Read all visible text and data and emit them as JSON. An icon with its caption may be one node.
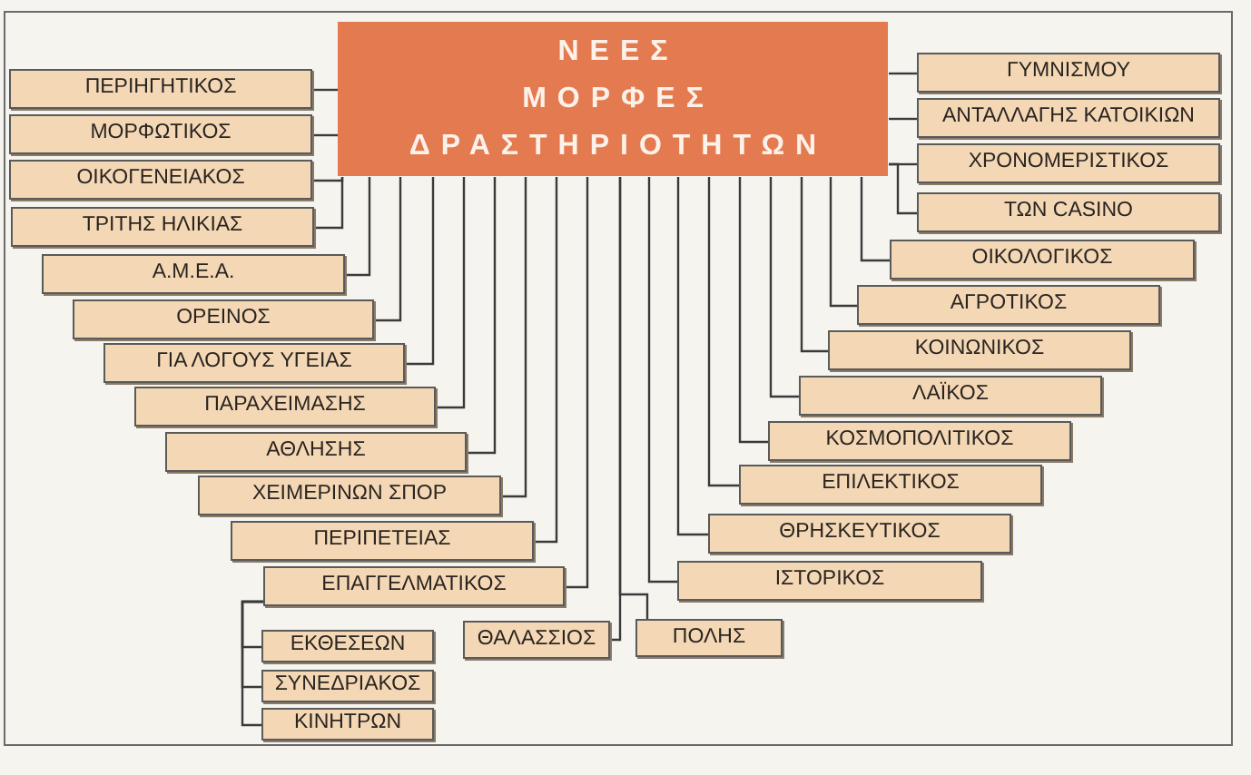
{
  "diagram": {
    "nodes": [
      {
        "text": [
          "ΝΕΕΣ ΜΟΡΦΕΣ ΔΡΑΣΤΗΡΙΟΤΗΤΩΝ"
        ]
      },
      {
        "text": [
          "ΠΕΡΙΗΓΗΤΙΚΟΣ"
        ]
      },
      {
        "text": [
          "ΜΟΡΦΩΤΙΚΟΣ"
        ]
      },
      {
        "text": [
          "ΟΙΚΟΓΕΝΕΙΑΚΟΣ"
        ]
      },
      {
        "text": [
          "ΤΡΙΤΗΣ ΗΛΙΚΙΑΣ"
        ]
      },
      {
        "text": [
          "Α.Μ.Ε.Α."
        ]
      },
      {
        "text": [
          "ΟΡΕΙΝΟΣ"
        ]
      },
      {
        "text": [
          "ΓΙΑ ΛΟΓΟΥΣ ΥΓΕΙΑΣ"
        ]
      },
      {
        "text": [
          "ΠΑΡΑΧΕΙΜΑΣΗΣ"
        ]
      },
      {
        "text": [
          "ΑΘΛΗΣΗΣ"
        ]
      },
      {
        "text": [
          "ΧΕΙΜΕΡΙΝΩΝ ΣΠΟΡ"
        ]
      },
      {
        "text": [
          "ΠΕΡΙΠΕΤΕΙΑΣ"
        ]
      },
      {
        "text": [
          "ΕΠΑΓΓΕΛΜΑΤΙΚΟΣ"
        ]
      },
      {
        "text": [
          "ΕΚΘΕΣΕΩΝ"
        ]
      },
      {
        "text": [
          "ΣΥΝΕΔΡΙΑΚΟΣ"
        ]
      },
      {
        "text": [
          "ΚΙΝΗΤΡΩΝ"
        ]
      },
      {
        "text": [
          "ΘΑΛΑΣΣΙΟΣ"
        ]
      },
      {
        "text": [
          "ΠΟΛΗΣ"
        ]
      },
      {
        "text": [
          "ΓΥΜΝΙΣΜΟΥ"
        ]
      },
      {
        "text": [
          "ΑΝΤΑΛΛΑΓΗΣ ΚΑΤΟΙΚΙΩΝ"
        ]
      },
      {
        "text": [
          "ΧΡΟΝΟΜΕΡΙΣΤΙΚΟΣ"
        ]
      },
      {
        "text": [
          "ΤΩΝ CASINO"
        ]
      },
      {
        "text": [
          "ΟΙΚΟΛΟΓΙΚΟΣ"
        ]
      },
      {
        "text": [
          "ΑΓΡΟΤΙΚΟΣ"
        ]
      },
      {
        "text": [
          "ΚΟΙΝΩΝΙΚΟΣ"
        ]
      },
      {
        "text": [
          "ΛΑΪΚΟΣ"
        ]
      },
      {
        "text": [
          "ΚΟΣΜΟΠΟΛΙΤΙΚΟΣ"
        ]
      },
      {
        "text": [
          "ΕΠΙΛΕΚΤΙΚΟΣ"
        ]
      },
      {
        "text": [
          "ΘΡΗΣΚΕΥΤΙΚΟΣ"
        ]
      },
      {
        "text": [
          "ΙΣΤΟΡΙΚΟΣ"
        ]
      }
    ],
    "edges": [
      {
        "from": 0,
        "to": 1,
        "arrow": "none"
      },
      {
        "from": 0,
        "to": 2,
        "arrow": "none"
      },
      {
        "from": 0,
        "to": 3,
        "arrow": "none"
      },
      {
        "from": 0,
        "to": 4,
        "arrow": "none"
      },
      {
        "from": 0,
        "to": 5,
        "arrow": "none"
      },
      {
        "from": 0,
        "to": 6,
        "arrow": "none"
      },
      {
        "from": 0,
        "to": 7,
        "arrow": "none"
      },
      {
        "from": 0,
        "to": 8,
        "arrow": "none"
      },
      {
        "from": 0,
        "to": 9,
        "arrow": "none"
      },
      {
        "from": 0,
        "to": 10,
        "arrow": "none"
      },
      {
        "from": 0,
        "to": 11,
        "arrow": "none"
      },
      {
        "from": 0,
        "to": 12,
        "arrow": "none"
      },
      {
        "from": 12,
        "to": 13,
        "arrow": "none"
      },
      {
        "from": 12,
        "to": 14,
        "arrow": "none"
      },
      {
        "from": 12,
        "to": 15,
        "arrow": "none"
      },
      {
        "from": 0,
        "to": 16,
        "arrow": "none"
      },
      {
        "from": 0,
        "to": 17,
        "arrow": "none"
      },
      {
        "from": 0,
        "to": 18,
        "arrow": "none"
      },
      {
        "from": 0,
        "to": 19,
        "arrow": "none"
      },
      {
        "from": 0,
        "to": 20,
        "arrow": "none"
      },
      {
        "from": 0,
        "to": 21,
        "arrow": "none"
      },
      {
        "from": 0,
        "to": 22,
        "arrow": "none"
      },
      {
        "from": 0,
        "to": 23,
        "arrow": "none"
      },
      {
        "from": 0,
        "to": 24,
        "arrow": "none"
      },
      {
        "from": 0,
        "to": 25,
        "arrow": "none"
      },
      {
        "from": 0,
        "to": 26,
        "arrow": "none"
      },
      {
        "from": 0,
        "to": 27,
        "arrow": "none"
      },
      {
        "from": 0,
        "to": 28,
        "arrow": "none"
      },
      {
        "from": 0,
        "to": 29,
        "arrow": "none"
      }
    ]
  }
}
